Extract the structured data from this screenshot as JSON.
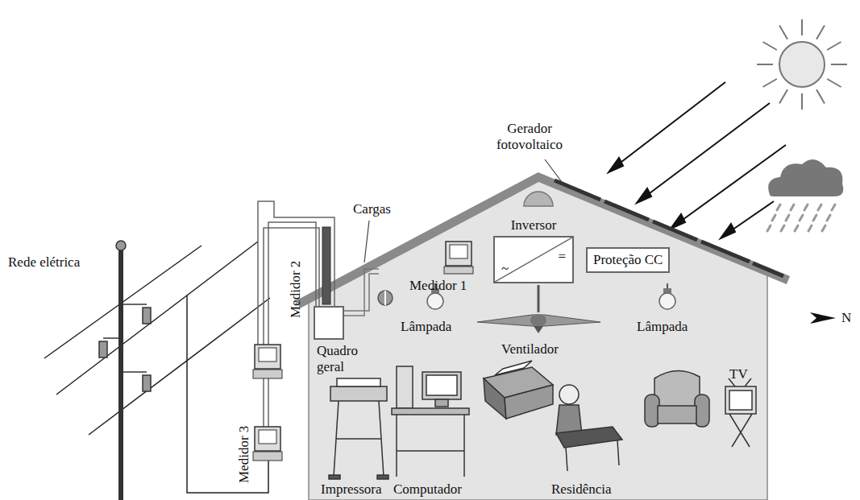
{
  "diagram": {
    "nodes": [
      {
        "text": [
          "Inversor",
          "=",
          "~"
        ]
      },
      {
        "text": [
          "Proteção CC"
        ]
      },
      {
        "text": [
          "Quadro geral"
        ]
      }
    ],
    "edges": [
      {
        "from": 1,
        "to": 0,
        "arrow": "none"
      },
      {
        "from": 0,
        "to": 2,
        "arrow": "none"
      }
    ],
    "labels": [
      "Gerador fotovoltaico",
      "Cargas",
      "Medidor 1",
      "Medidor 2",
      "Medidor 3",
      "Rede elétrica",
      "Lâmpada",
      "Ventilador",
      "Lâmpada",
      "TV",
      "Impressora",
      "Computador",
      "Residência",
      "N"
    ]
  }
}
